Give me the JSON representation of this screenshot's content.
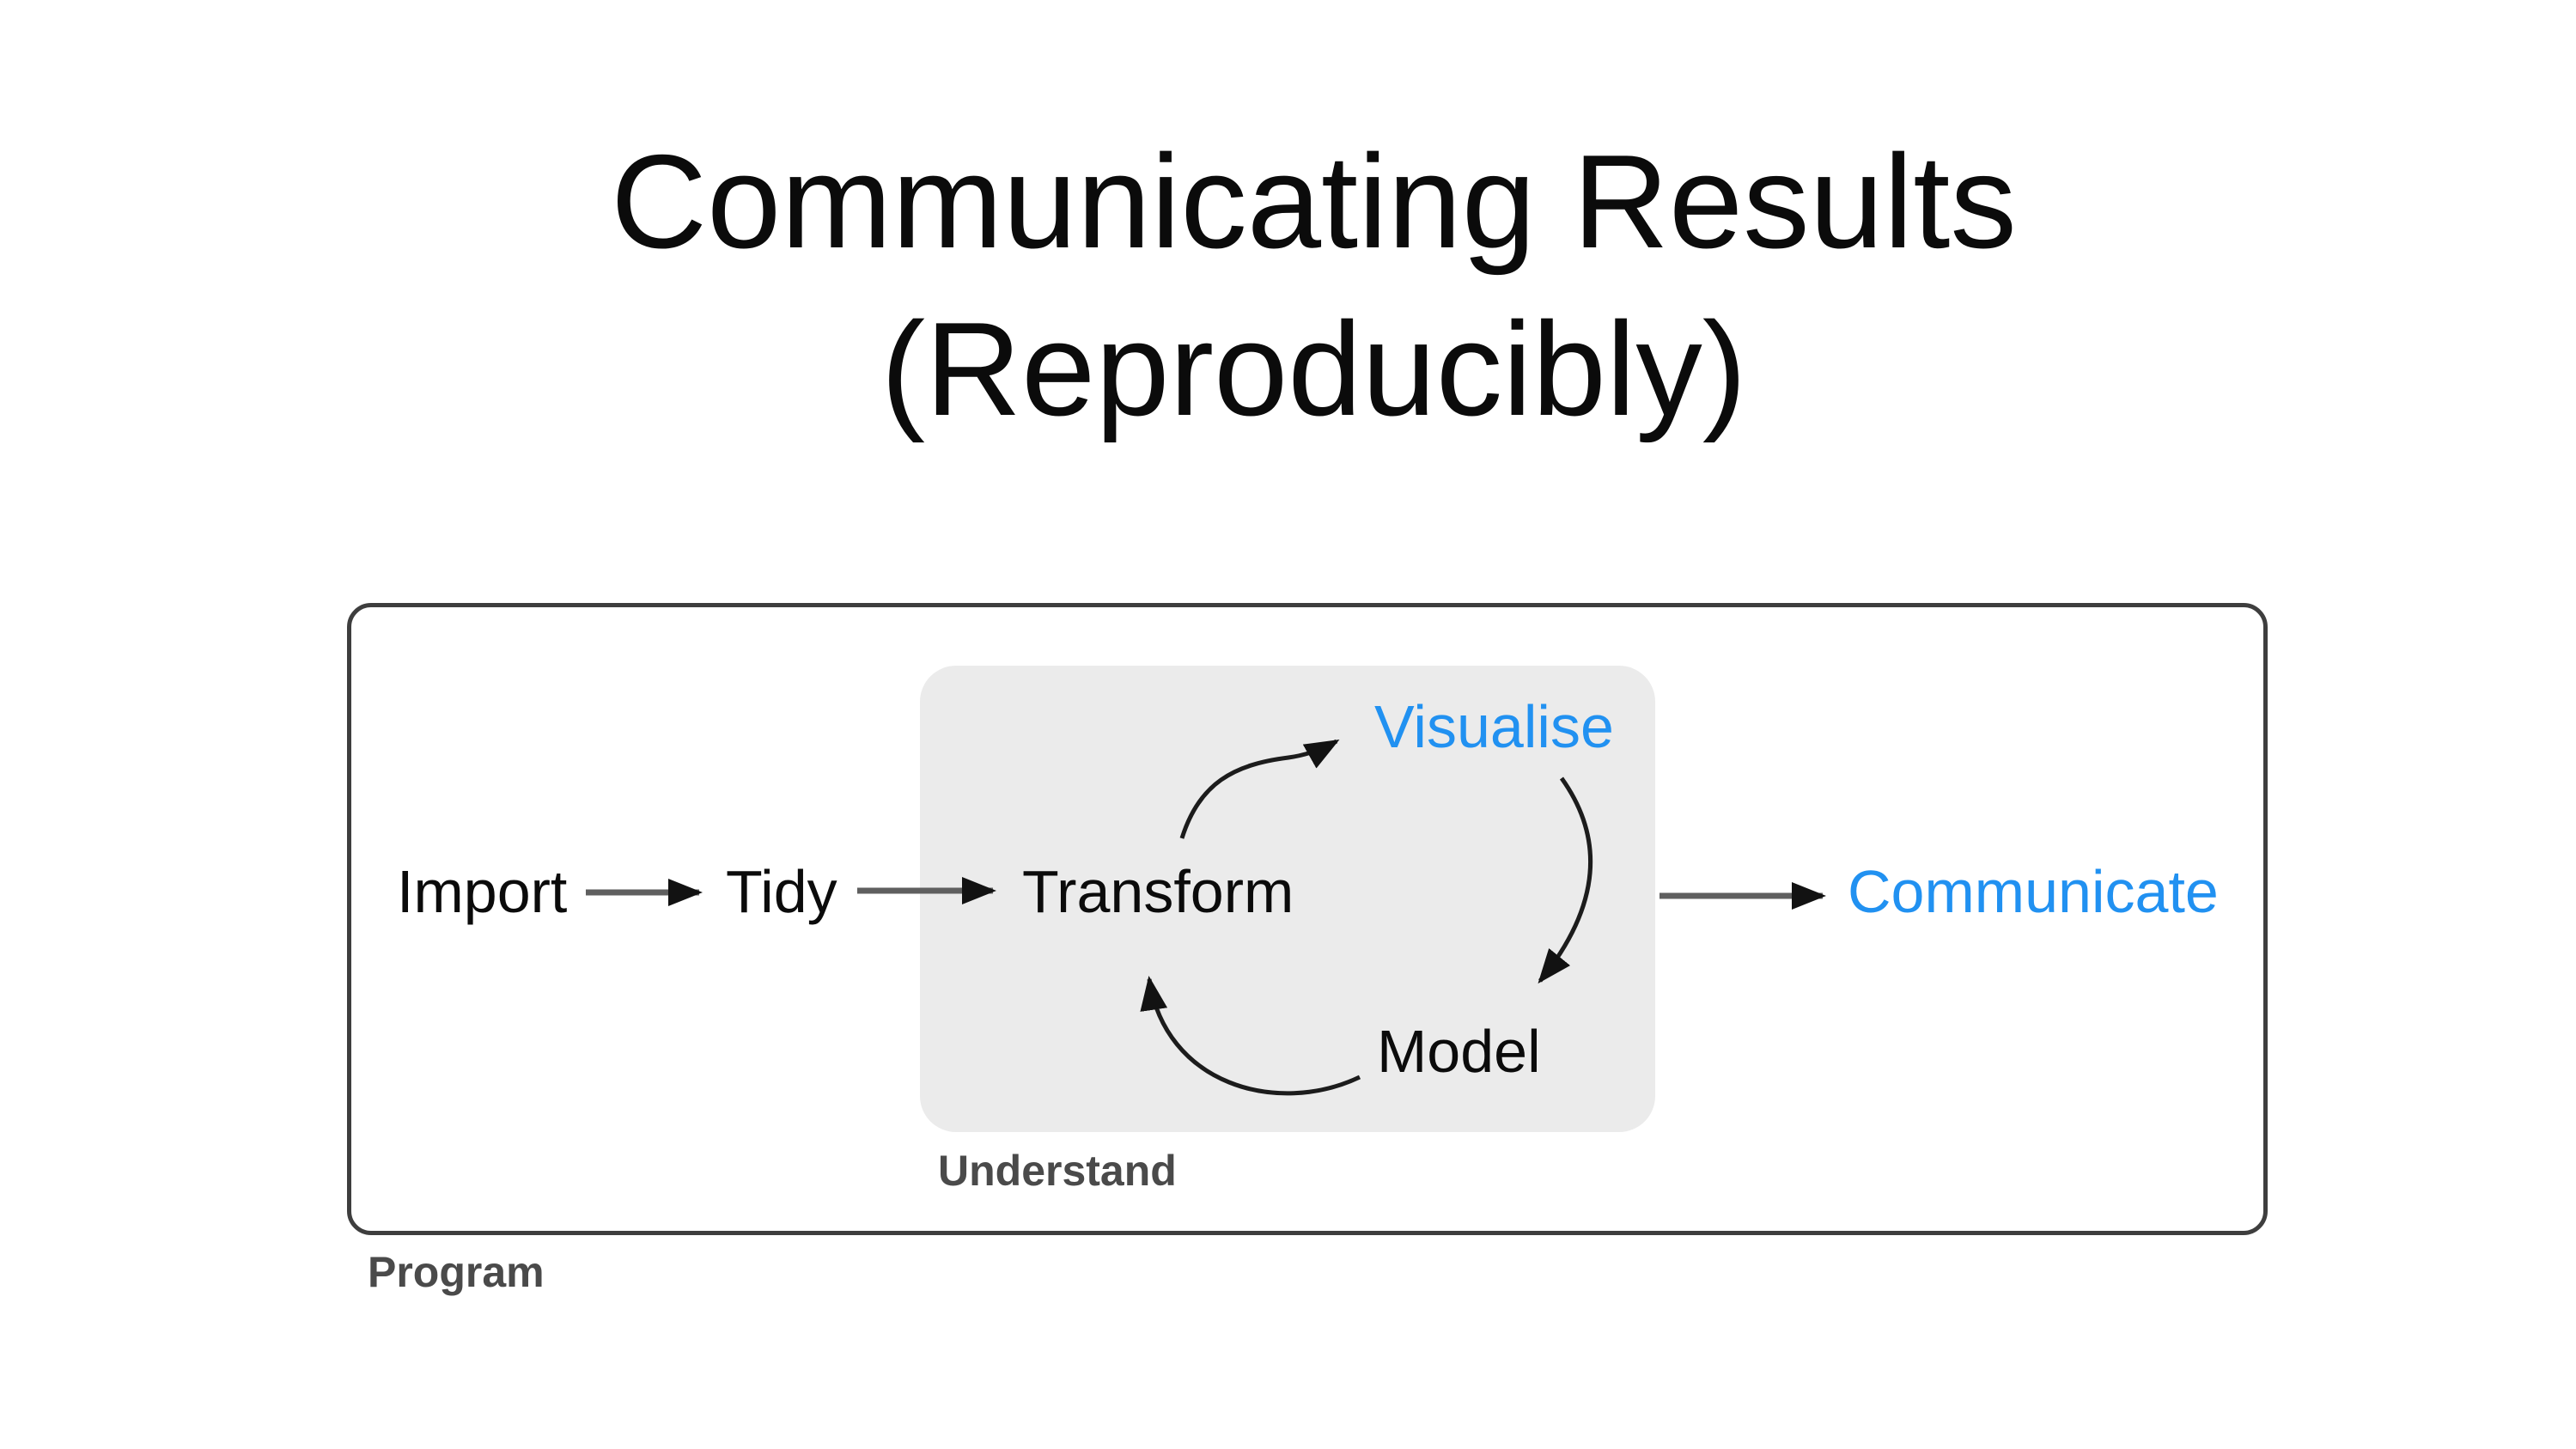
{
  "slide": {
    "title": {
      "line1": "Communicating Results",
      "line2": "(Reproducibly)"
    },
    "diagram": {
      "program_label": "Program",
      "understand_label": "Understand",
      "nodes": {
        "import": "Import",
        "tidy": "Tidy",
        "transform": "Transform",
        "visualise": "Visualise",
        "model": "Model",
        "communicate": "Communicate"
      },
      "edges": [
        {
          "from": "Import",
          "to": "Tidy",
          "style": "straight"
        },
        {
          "from": "Tidy",
          "to": "Transform",
          "style": "straight"
        },
        {
          "from": "Transform",
          "to": "Visualise",
          "style": "curved"
        },
        {
          "from": "Visualise",
          "to": "Model",
          "style": "curved"
        },
        {
          "from": "Model",
          "to": "Transform",
          "style": "curved"
        },
        {
          "from": "Understand box",
          "to": "Communicate",
          "style": "straight"
        }
      ]
    },
    "colors": {
      "background": "#ffffff",
      "title_text": "#0b0b0b",
      "node_text": "#0b0b0b",
      "accent_blue": "#2191f1",
      "understand_box_fill": "#ebebeb",
      "program_box_border": "#3e3e3e",
      "caption_gray": "#4a4a4a",
      "arrow_shaft_gray": "#5f5f5f",
      "arrow_head_black": "#121212"
    }
  }
}
